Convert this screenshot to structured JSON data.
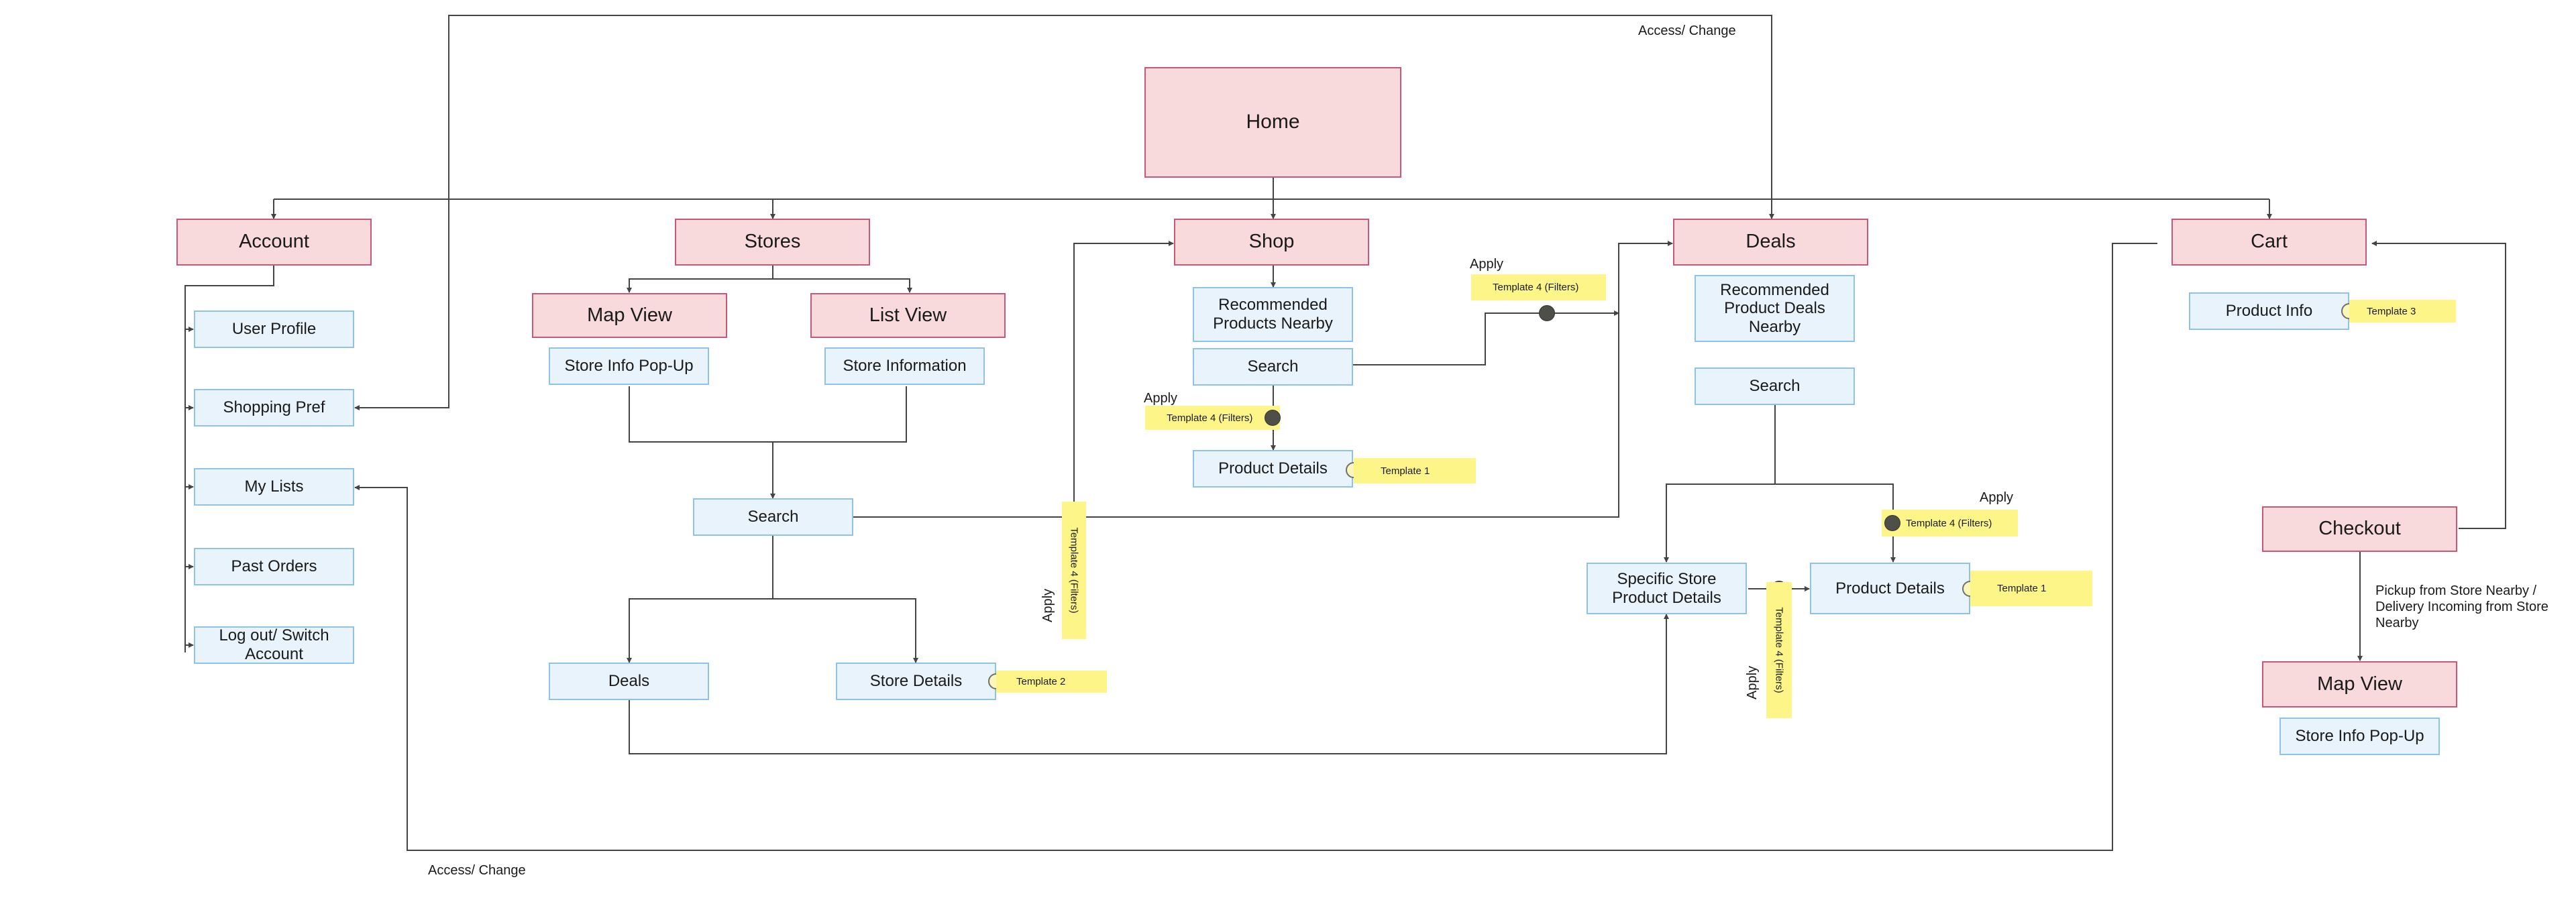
{
  "nodes": {
    "home": "Home",
    "account": "Account",
    "stores": "Stores",
    "shop": "Shop",
    "deals": "Deals",
    "cart": "Cart",
    "user_profile": "User Profile",
    "shopping_pref": "Shopping Pref",
    "my_lists": "My Lists",
    "past_orders": "Past Orders",
    "logout": "Log out/ Switch Account",
    "map_view": "Map View",
    "list_view": "List View",
    "store_info_popup": "Store Info Pop-Up",
    "store_information": "Store Information",
    "stores_search": "Search",
    "stores_deals": "Deals",
    "store_details": "Store Details",
    "recommended_products": "Recommended Products Nearby",
    "shop_search": "Search",
    "shop_product_details": "Product Details",
    "recommended_deals": "Recommended Product Deals Nearby",
    "deals_search": "Search",
    "specific_store": "Specific Store Product Details",
    "deals_product_details": "Product Details",
    "product_info": "Product Info",
    "checkout": "Checkout",
    "checkout_map_view": "Map View",
    "checkout_store_popup": "Store Info Pop-Up"
  },
  "templates": {
    "t1_shop": "Template 1",
    "t1_deals": "Template 1",
    "t2": "Template 2",
    "t3": "Template 3",
    "t4_shop_right": "Template 4 (Filters)",
    "t4_shop_below": "Template 4 (Filters)",
    "t4_search_vertical": "Template 4 (Filters)",
    "t4_deals_right": "Template 4 (Filters)",
    "t4_deals_vertical": "Template 4 (Filters)"
  },
  "labels": {
    "access_change_top": "Access/ Change",
    "access_change_bottom": "Access/ Change",
    "apply_shop_right": "Apply",
    "apply_shop_below": "Apply",
    "apply_search_vertical": "Apply",
    "apply_deals_right": "Apply",
    "apply_deals_vertical": "Apply",
    "pickup_note": "Pickup from Store Nearby / Delivery Incoming from Store Nearby"
  },
  "colors": {
    "page_fill": "#f8dadc",
    "page_border": "#c8587a",
    "sub_fill": "#e9f3fb",
    "sub_border": "#8fc3e2",
    "template_fill": "#fdf587",
    "connector": "#444444"
  }
}
